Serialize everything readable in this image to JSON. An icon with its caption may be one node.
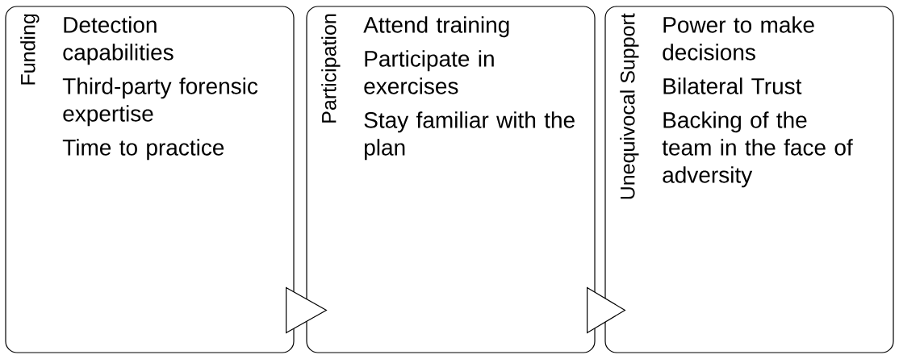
{
  "diagram": {
    "nodes": [
      {
        "text": [
          "Funding",
          "Detection capabilities",
          "Third-party forensic expertise",
          "Time to practice"
        ]
      },
      {
        "text": [
          "Participation",
          "Attend training",
          "Participate in exercises",
          "Stay familiar with the plan"
        ]
      },
      {
        "text": [
          "Unequivocal Support",
          "Power to make decisions",
          "Bilateral Trust",
          "Backing of the team in the face of adversity"
        ]
      }
    ],
    "edges": [
      {
        "from": 0,
        "to": 1,
        "arrow": "to"
      },
      {
        "from": 1,
        "to": 2,
        "arrow": "to"
      }
    ]
  }
}
